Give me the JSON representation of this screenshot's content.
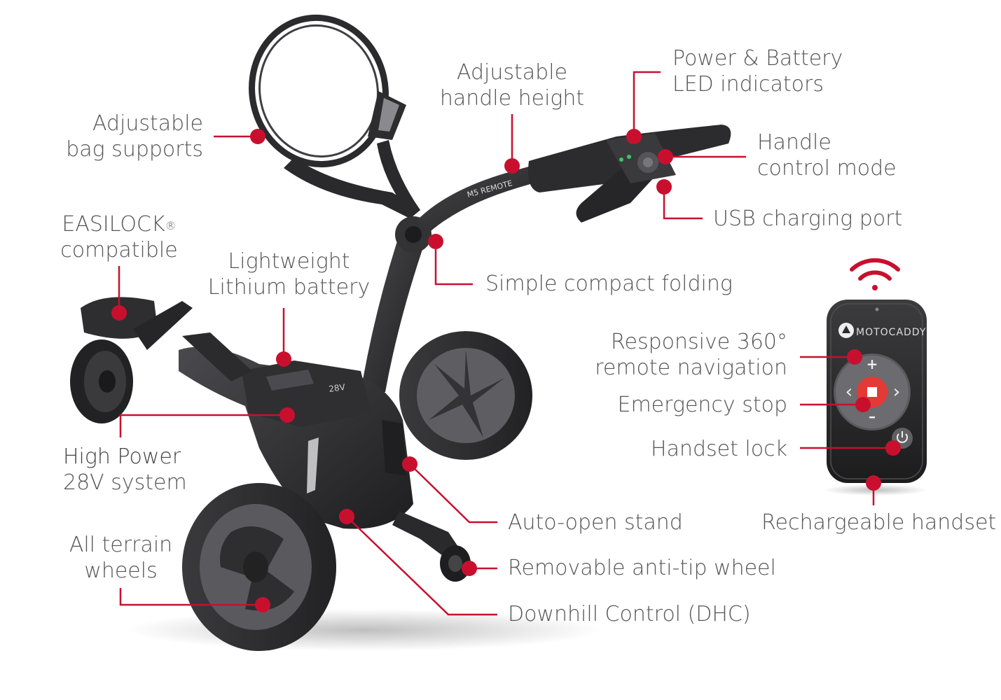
{
  "colors": {
    "accent": "#c8102e",
    "text": "#555555",
    "product": "#2a2a2c",
    "product_light": "#4a4a4e"
  },
  "callouts": {
    "bag_supports": [
      "Adjustable",
      "bag supports"
    ],
    "handle_height": [
      "Adjustable",
      "handle height"
    ],
    "led_indicators": [
      "Power & Battery",
      "LED indicators"
    ],
    "handle_control": [
      "Handle",
      "control mode"
    ],
    "usb_port": "USB charging port",
    "easilock": {
      "name": "EASILOCK",
      "mark": "®",
      "line2": "compatible"
    },
    "battery": [
      "Lightweight",
      "Lithium battery"
    ],
    "folding": "Simple compact folding",
    "remote_nav": [
      "Responsive 360°",
      "remote navigation"
    ],
    "emergency_stop": "Emergency stop",
    "handset_lock": "Handset lock",
    "high_power": [
      "High Power",
      "28V system"
    ],
    "auto_stand": "Auto-open stand",
    "rechargeable": "Rechargeable handset",
    "terrain_wheels": [
      "All terrain",
      "wheels"
    ],
    "anti_tip": "Removable anti-tip wheel",
    "downhill": "Downhill Control (DHC)"
  },
  "remote": {
    "brand": "MOTOCADDY",
    "plus": "+",
    "minus": "–",
    "left": "‹",
    "right": "›"
  },
  "trolley": {
    "handle_badge": "M5 REMOTE",
    "battery_badge": "28V"
  },
  "icons": {
    "wifi": "wifi-signal-icon",
    "power": "power-icon",
    "stop": "stop-icon"
  }
}
